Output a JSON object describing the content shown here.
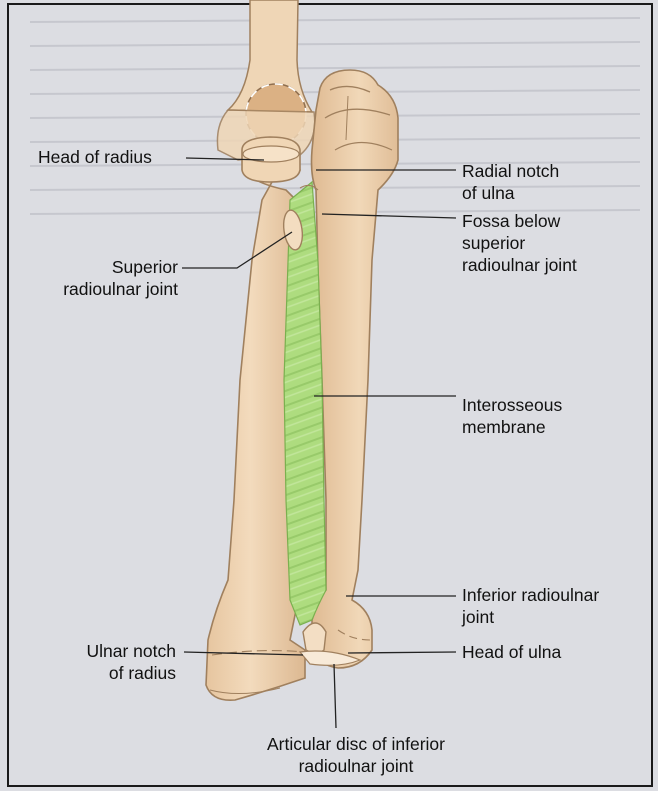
{
  "labels": {
    "head_of_radius": [
      "Head of radius"
    ],
    "radial_notch_of_ulna": [
      "Radial notch",
      "of ulna"
    ],
    "fossa_below": [
      "Fossa below",
      "superior",
      "radioulnar joint"
    ],
    "superior_radioulnar_joint": [
      "Superior",
      "radioulnar joint"
    ],
    "interosseous_membrane": [
      "Interosseous",
      "membrane"
    ],
    "inferior_radioulnar_joint": [
      "Inferior radioulnar",
      "joint"
    ],
    "ulnar_notch_of_radius": [
      "Ulnar notch",
      "of radius"
    ],
    "head_of_ulna": [
      "Head of ulna"
    ],
    "articular_disc": [
      "Articular disc of inferior",
      "radioulnar joint"
    ]
  },
  "colors": {
    "bone_fill": "#eccfab",
    "bone_shadow": "#d9b48a",
    "bone_outline": "#a0805e",
    "membrane_fill": "#aedc7f",
    "membrane_stripe": "#93c565",
    "leader_line": "#222222",
    "background": "#dcdde2",
    "frame": "#1a1a1a"
  }
}
